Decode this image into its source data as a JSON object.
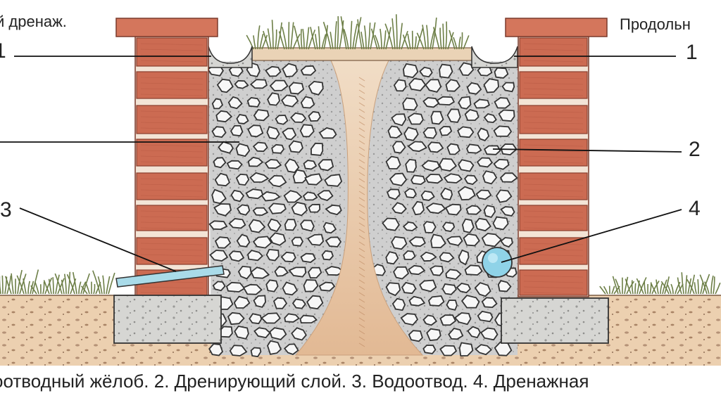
{
  "header": {
    "left_text": "й дренаж.",
    "right_text": "Продольн"
  },
  "markers": {
    "left_1": "1",
    "right_1": "1",
    "right_2": "2",
    "left_3": "3",
    "right_4": "4"
  },
  "caption": "оотводный жёлоб.  2. Дренирующий слой.  3. Водоотвод.  4. Дренажная",
  "colors": {
    "brick": "#cc6b52",
    "mortar": "#f3e4d6",
    "soil": "#e8c7a5",
    "gravel_fill": "#d6d6d6",
    "stone_outline": "#333333",
    "concrete": "#d4d4d2",
    "grass": "#7a8f52",
    "pipe": "#8fd3e8"
  }
}
